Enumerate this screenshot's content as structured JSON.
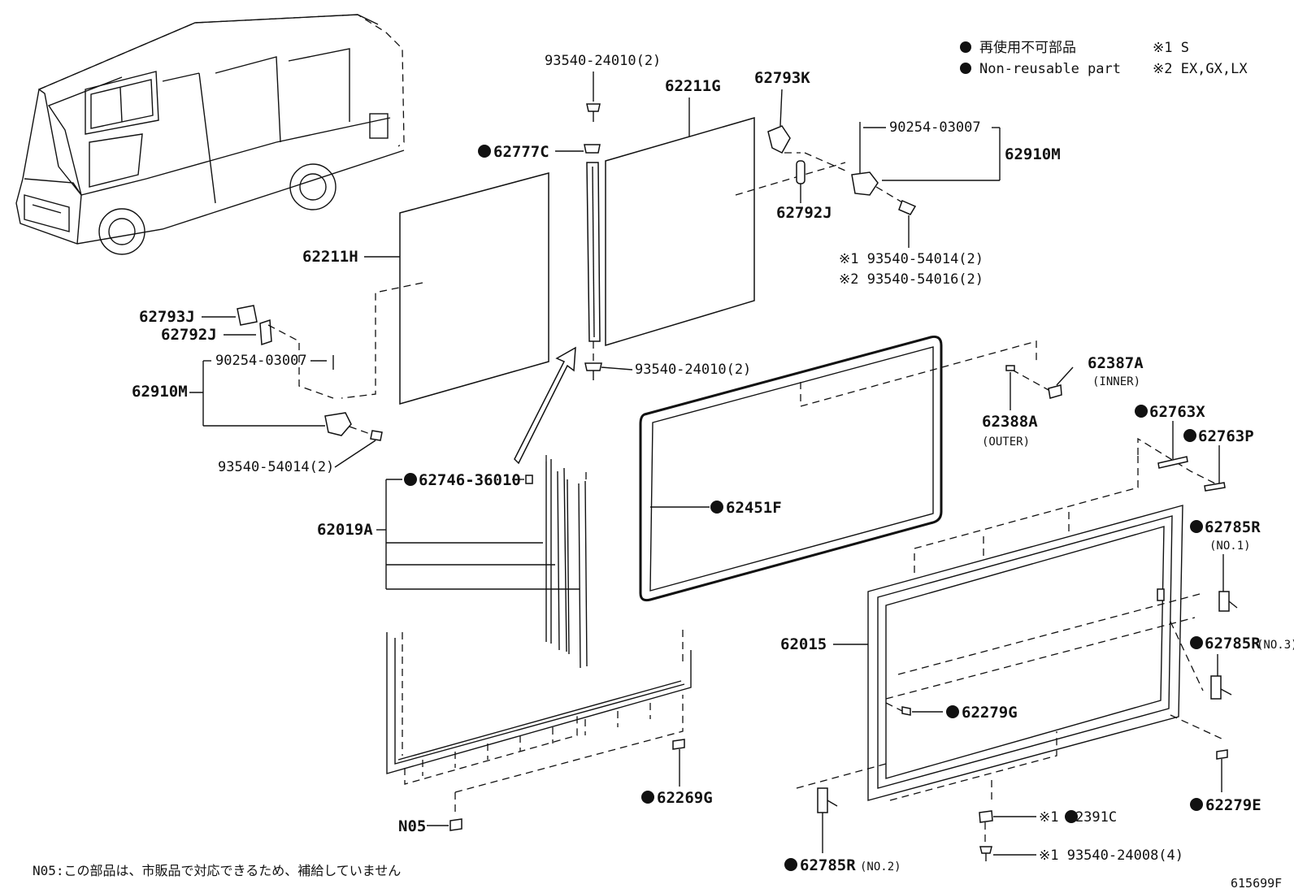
{
  "legend": {
    "jp_non_reusable": "再使用不可部品",
    "en_non_reusable": "Non-reusable part",
    "note1": "※1  S",
    "note2": "※2  EX,GX,LX"
  },
  "labels": {
    "p_93540_24010_top": "93540-24010(2)",
    "p_62211G": "62211G",
    "p_62793K": "62793K",
    "p_90254_03007_r": "90254-03007",
    "p_62910M_r": "62910M",
    "p_62777C": "62777C",
    "p_62792J_r": "62792J",
    "p_93540_54014_r": "※1 93540-54014(2)",
    "p_93540_54016_r": "※2 93540-54016(2)",
    "p_62211H": "62211H",
    "p_62793J": "62793J",
    "p_62792J_l": "62792J",
    "p_90254_03007_l": "90254-03007",
    "p_62910M_l": "62910M",
    "p_93540_24010_bot": "93540-24010(2)",
    "p_93540_54014_l": "93540-54014(2)",
    "p_62387A": "62387A",
    "p_62387A_sub": "(INNER)",
    "p_62388A": "62388A",
    "p_62388A_sub": "(OUTER)",
    "p_62746": "62746-36010",
    "p_62451F": "62451F",
    "p_62763X": "62763X",
    "p_62763P": "62763P",
    "p_62019A": "62019A",
    "p_62785R_1": "62785R",
    "p_62785R_1_sub": "(NO.1)",
    "p_62015": "62015",
    "p_62785R_3": "62785R",
    "p_62785R_3_sub": "(NO.3)",
    "p_62279G": "62279G",
    "p_62269G": "62269G",
    "p_62279E": "62279E",
    "p_N05": "N05",
    "p_62391C": "※1 62391C",
    "p_93540_24008": "※1 93540-24008(4)",
    "p_62785R_2": "62785R",
    "p_62785R_2_sub": "(NO.2)"
  },
  "footer": {
    "note": "N05:この部品は、市販品で対応できるため、補給していません",
    "code": "615699F"
  }
}
